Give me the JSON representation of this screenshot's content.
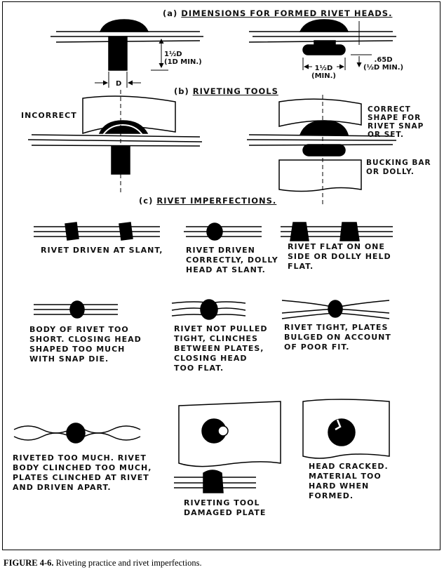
{
  "headers": {
    "a_letter": "(a)",
    "a_title": "DIMENSIONS FOR FORMED RIVET HEADS.",
    "b_letter": "(b)",
    "b_title": "RIVETING TOOLS",
    "c_letter": "(c)",
    "c_title": "RIVET IMPERFECTIONS."
  },
  "dimensions": {
    "height_a": "1½D\n(1D MIN.)",
    "diameter": "D",
    "width_b": "1½D\n(MIN.)",
    "height_b": ".65D\n(½D MIN.)"
  },
  "tool_labels": {
    "incorrect": "INCORRECT",
    "correct": "CORRECT\nSHAPE FOR\nRIVET SNAP\nOR SET.",
    "bucking": "BUCKING BAR\nOR DOLLY."
  },
  "imperfections": [
    "RIVET DRIVEN AT SLANT,",
    "RIVET DRIVEN\nCORRECTLY, DOLLY\nHEAD AT SLANT.",
    "RIVET FLAT ON ONE\nSIDE OR DOLLY HELD\nFLAT.",
    "BODY OF RIVET TOO\nSHORT. CLOSING HEAD\nSHAPED TOO MUCH\nWITH SNAP DIE.",
    "RIVET NOT PULLED\nTIGHT, CLINCHES\nBETWEEN PLATES,\nCLOSING HEAD\nTOO FLAT.",
    "RIVET TIGHT, PLATES\nBULGED ON ACCOUNT\nOF POOR FIT.",
    "RIVETED TOO MUCH. RIVET\nBODY CLINCHED TOO MUCH,\nPLATES CLINCHED AT RIVET\nAND DRIVEN APART.",
    "RIVETING TOOL\nDAMAGED PLATE",
    "HEAD CRACKED.\nMATERIAL TOO\nHARD WHEN\nFORMED."
  ],
  "caption": {
    "number": "FIGURE 4-6.",
    "text": " Riveting practice and rivet imperfections."
  }
}
